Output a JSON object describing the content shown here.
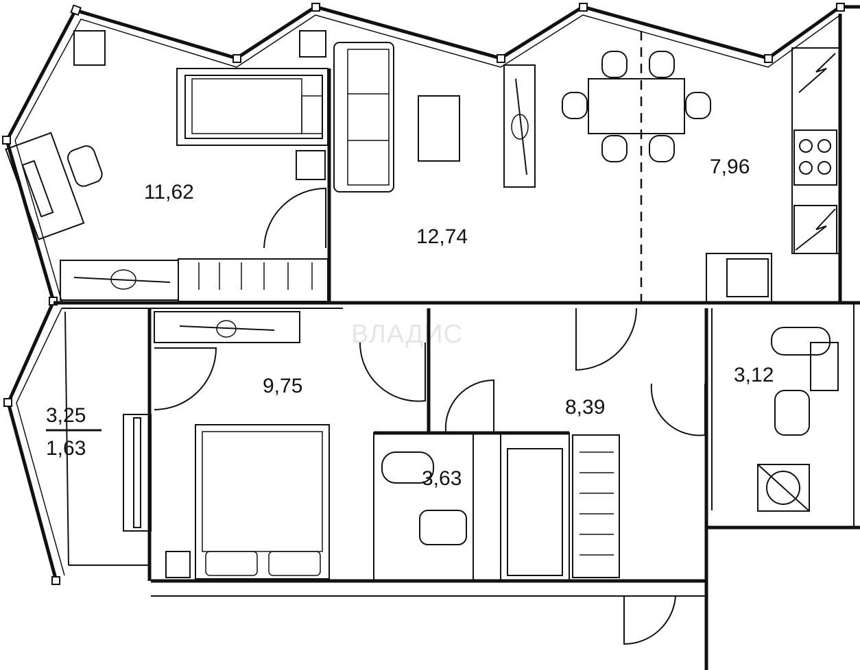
{
  "watermark": "ВЛАДИС",
  "rooms": {
    "room_left": "11,62",
    "living": "12,74",
    "kitchen": "7,96",
    "bedroom": "9,75",
    "hall": "8,39",
    "bath": "3,63",
    "wc": "3,12",
    "balcony_top": "3,25",
    "balcony_bottom": "1,63"
  }
}
